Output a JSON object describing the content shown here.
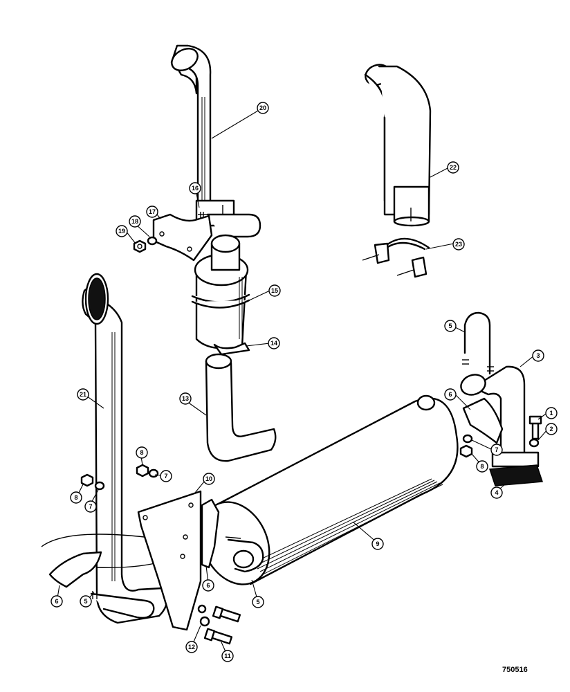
{
  "figure_number": "750516",
  "callouts": [
    {
      "id": "c20",
      "label": "20"
    },
    {
      "id": "c22",
      "label": "22"
    },
    {
      "id": "c16",
      "label": "16"
    },
    {
      "id": "c17",
      "label": "17"
    },
    {
      "id": "c18",
      "label": "18"
    },
    {
      "id": "c19",
      "label": "19"
    },
    {
      "id": "c23",
      "label": "23"
    },
    {
      "id": "c15",
      "label": "15"
    },
    {
      "id": "c14",
      "label": "14"
    },
    {
      "id": "c13",
      "label": "13"
    },
    {
      "id": "c21",
      "label": "21"
    },
    {
      "id": "c5a",
      "label": "5"
    },
    {
      "id": "c3",
      "label": "3"
    },
    {
      "id": "c6a",
      "label": "6"
    },
    {
      "id": "c1",
      "label": "1"
    },
    {
      "id": "c2",
      "label": "2"
    },
    {
      "id": "c7a",
      "label": "7"
    },
    {
      "id": "c8a",
      "label": "8"
    },
    {
      "id": "c4",
      "label": "4"
    },
    {
      "id": "c8b",
      "label": "8"
    },
    {
      "id": "c7b",
      "label": "7"
    },
    {
      "id": "c8c",
      "label": "8"
    },
    {
      "id": "c7c",
      "label": "7"
    },
    {
      "id": "c10",
      "label": "10"
    },
    {
      "id": "c9",
      "label": "9"
    },
    {
      "id": "c6b",
      "label": "6"
    },
    {
      "id": "c5b",
      "label": "5"
    },
    {
      "id": "c6c",
      "label": "6"
    },
    {
      "id": "c5c",
      "label": "5"
    },
    {
      "id": "c12",
      "label": "12"
    },
    {
      "id": "c11",
      "label": "11"
    }
  ]
}
